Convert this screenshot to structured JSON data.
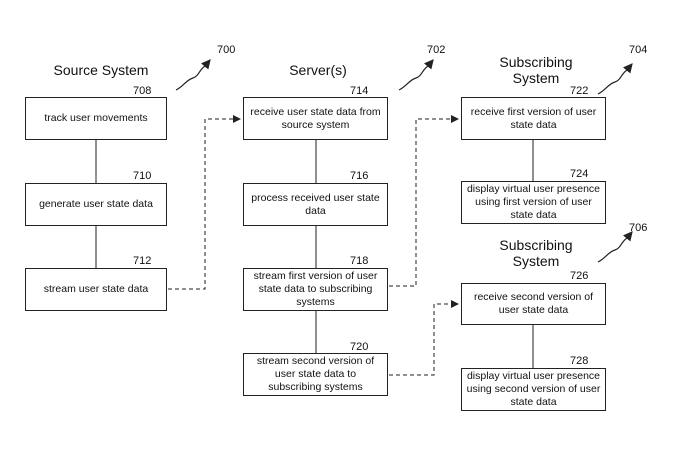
{
  "columns": {
    "source": {
      "title": "Source System",
      "ref": "700"
    },
    "server": {
      "title": "Server(s)",
      "ref": "702"
    },
    "subscribing1": {
      "title": "Subscribing System",
      "ref": "704"
    },
    "subscribing2": {
      "title": "Subscribing System",
      "ref": "706"
    }
  },
  "boxes": {
    "b708": {
      "ref": "708",
      "text": "track user movements"
    },
    "b710": {
      "ref": "710",
      "text": "generate user state data"
    },
    "b712": {
      "ref": "712",
      "text": "stream user state data"
    },
    "b714": {
      "ref": "714",
      "text": "receive user state data from source system"
    },
    "b716": {
      "ref": "716",
      "text": "process received user state data"
    },
    "b718": {
      "ref": "718",
      "text": "stream first version of user state data to subscribing systems"
    },
    "b720": {
      "ref": "720",
      "text": "stream second version of user state data to subscribing systems"
    },
    "b722": {
      "ref": "722",
      "text": "receive first version of user state data"
    },
    "b724": {
      "ref": "724",
      "text": "display virtual user presence using first version of user state data"
    },
    "b726": {
      "ref": "726",
      "text": "receive second version of user state data"
    },
    "b728": {
      "ref": "728",
      "text": "display virtual user presence using second version of user state data"
    }
  }
}
